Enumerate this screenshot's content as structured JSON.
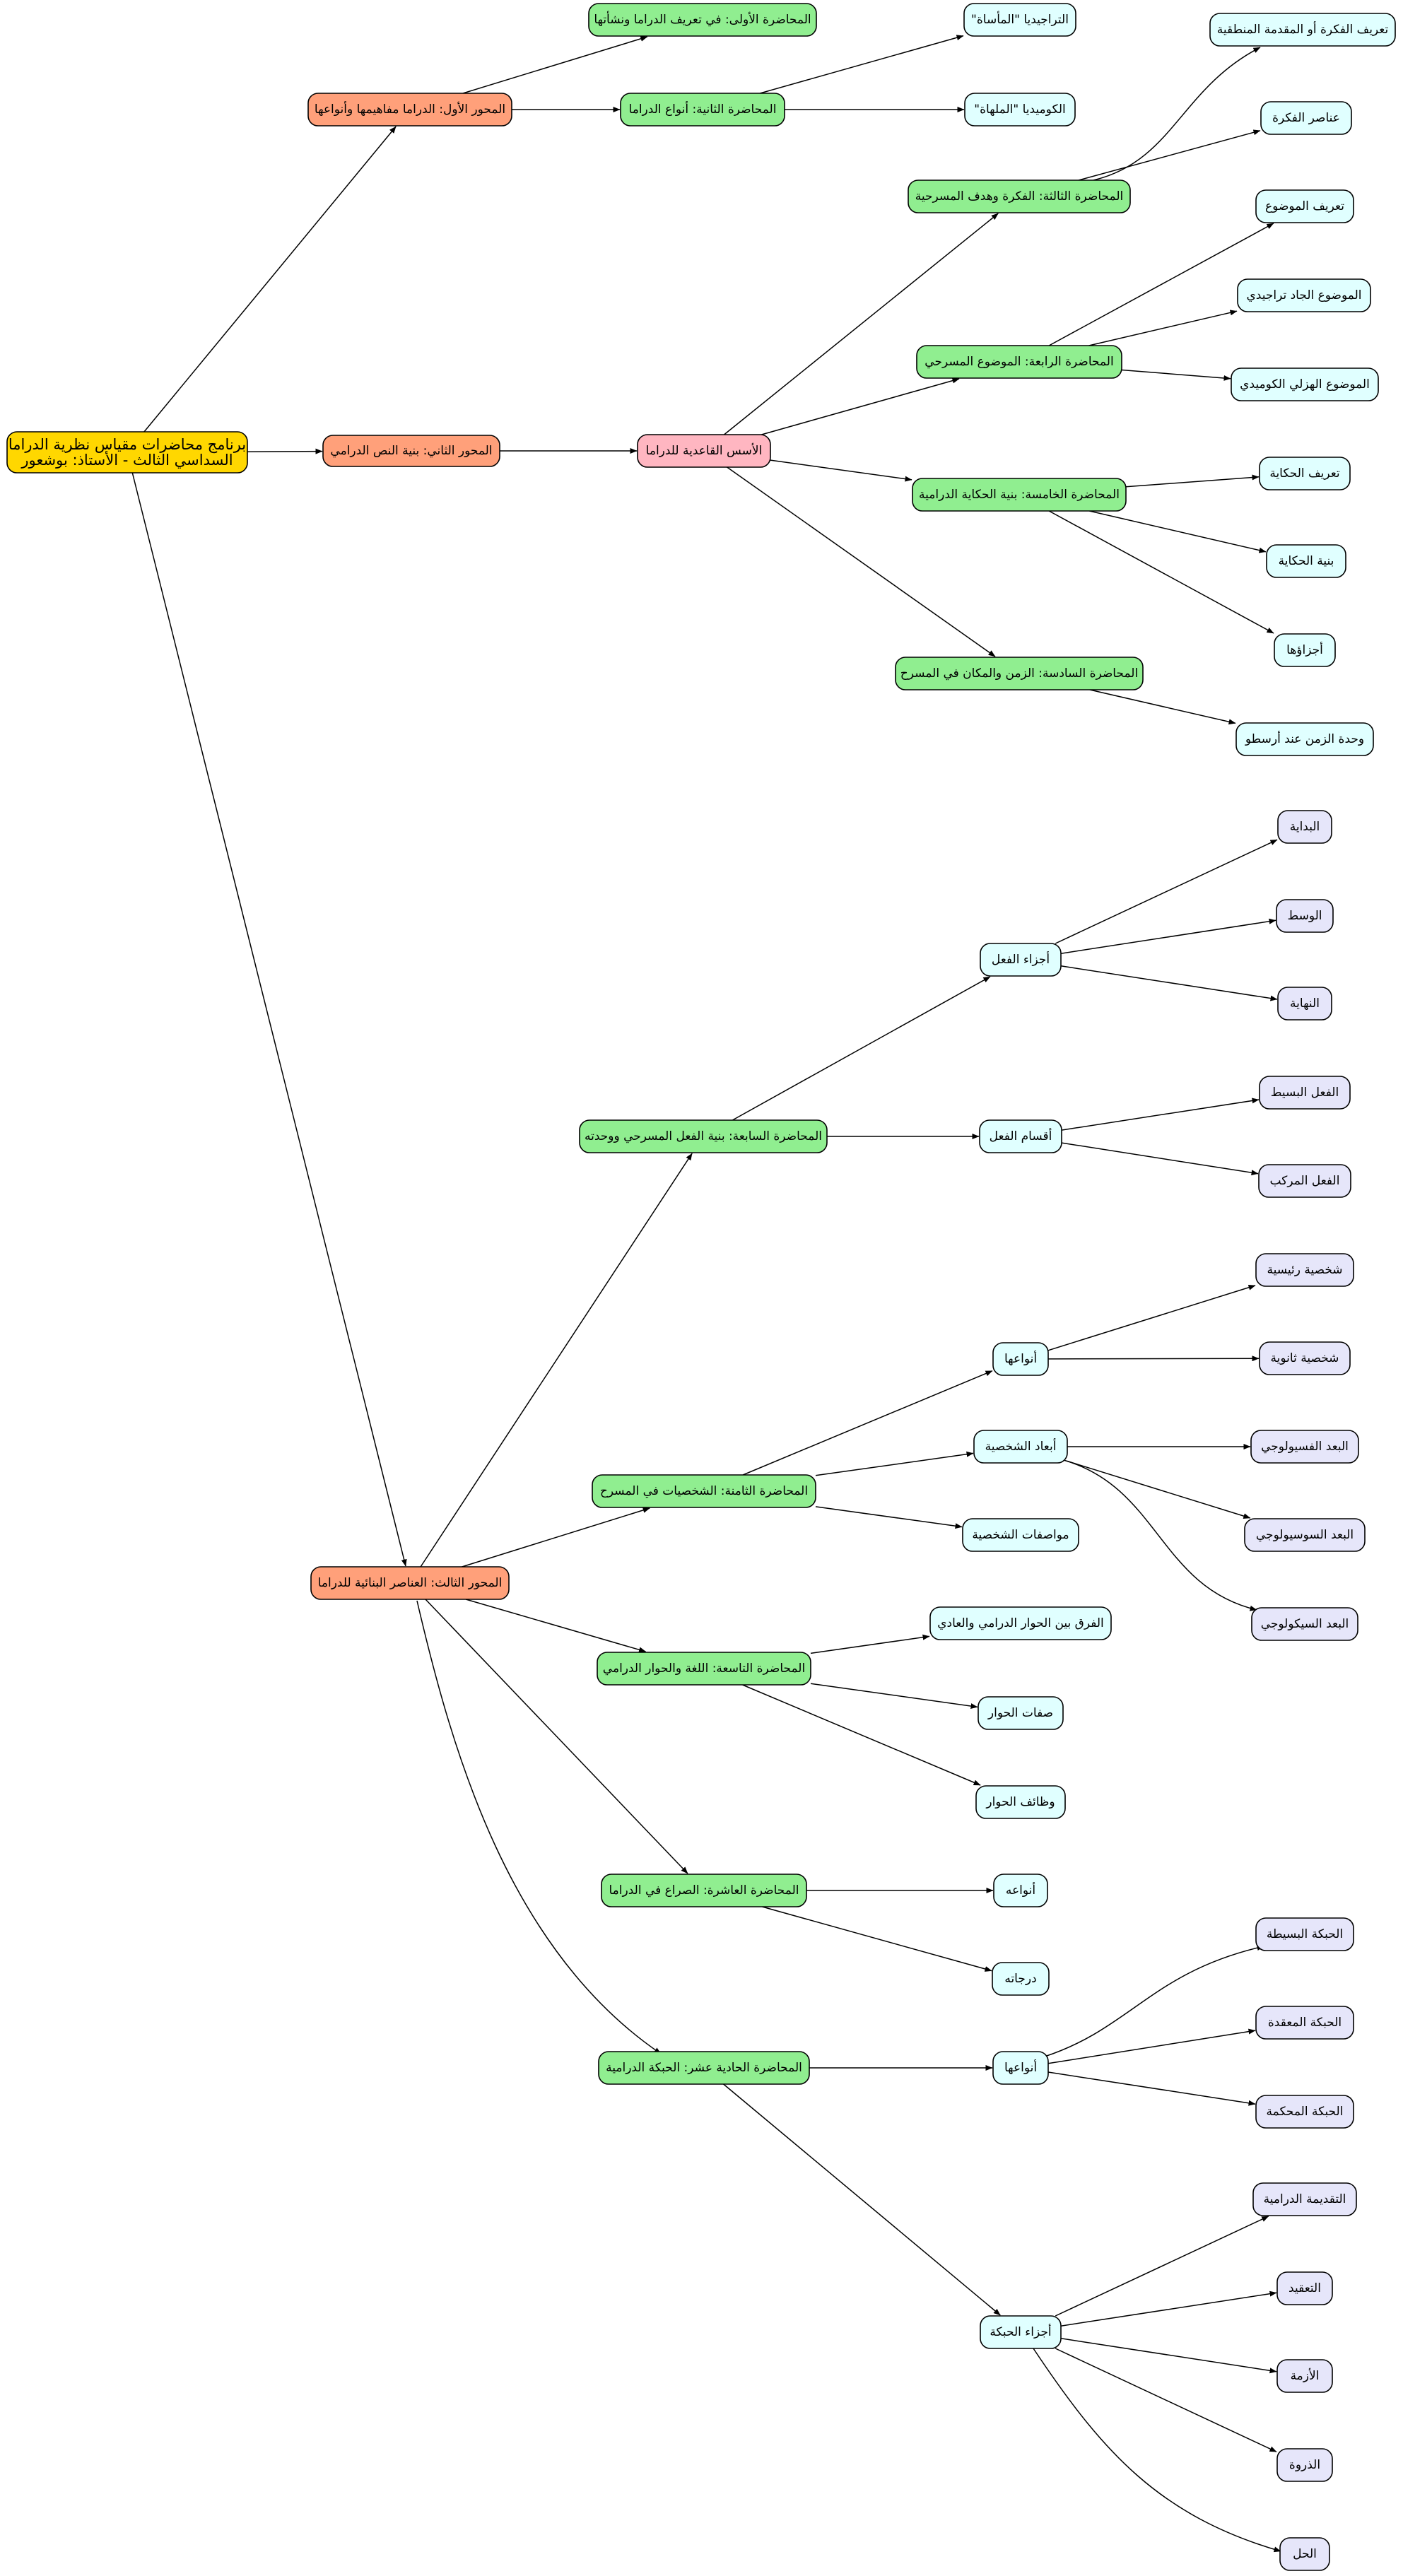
{
  "colors": {
    "root": "#FFD700",
    "axis": "#FFA07A",
    "foundation": "#FFB6C1",
    "lecture": "#90EE90",
    "topic": "#E0FFFF",
    "detail": "#E6E6FA",
    "line": "#000000"
  },
  "nodes": [
    {
      "id": "root",
      "lines": [
        "برنامج محاضرات مقياس نظرية الدراما",
        "السداسي الثالث - الأستاذ: بوشعور"
      ],
      "kind": "root"
    },
    {
      "id": "ax1",
      "lines": [
        "المحور الأول: الدراما مفاهيمها وأنواعها"
      ],
      "kind": "axis"
    },
    {
      "id": "ax2",
      "lines": [
        "المحور الثاني: بنية النص الدرامي"
      ],
      "kind": "axis"
    },
    {
      "id": "ax3",
      "lines": [
        "المحور الثالث: العناصر البنائية للدراما"
      ],
      "kind": "axis"
    },
    {
      "id": "l1",
      "lines": [
        "المحاضرة الأولى: في تعريف الدراما ونشأتها"
      ],
      "kind": "lecture"
    },
    {
      "id": "l2",
      "lines": [
        "المحاضرة الثانية: أنواع الدراما"
      ],
      "kind": "lecture"
    },
    {
      "id": "t_trag",
      "lines": [
        "التراجيديا \"المأساة\""
      ],
      "kind": "topic"
    },
    {
      "id": "t_com",
      "lines": [
        "الكوميديا \"الملهاة\""
      ],
      "kind": "topic"
    },
    {
      "id": "found",
      "lines": [
        "الأسس القاعدية للدراما"
      ],
      "kind": "foundation"
    },
    {
      "id": "l3",
      "lines": [
        "المحاضرة الثالثة: الفكرة وهدف المسرحية"
      ],
      "kind": "lecture"
    },
    {
      "id": "t_idea_def",
      "lines": [
        "تعريف الفكرة أو المقدمة المنطقية"
      ],
      "kind": "topic"
    },
    {
      "id": "t_idea_el",
      "lines": [
        "عناصر الفكرة"
      ],
      "kind": "topic"
    },
    {
      "id": "l4",
      "lines": [
        "المحاضرة الرابعة: الموضوع المسرحي"
      ],
      "kind": "lecture"
    },
    {
      "id": "t_subj_def",
      "lines": [
        "تعريف الموضوع"
      ],
      "kind": "topic"
    },
    {
      "id": "t_subj_trag",
      "lines": [
        "الموضوع الجاد تراجيدي"
      ],
      "kind": "topic"
    },
    {
      "id": "t_subj_com",
      "lines": [
        "الموضوع الهزلي الكوميدي"
      ],
      "kind": "topic"
    },
    {
      "id": "l5",
      "lines": [
        "المحاضرة الخامسة: بنية الحكاية الدرامية"
      ],
      "kind": "lecture"
    },
    {
      "id": "t_story_def",
      "lines": [
        "تعريف الحكاية"
      ],
      "kind": "topic"
    },
    {
      "id": "t_story_str",
      "lines": [
        "بنية الحكاية"
      ],
      "kind": "topic"
    },
    {
      "id": "t_story_parts",
      "lines": [
        "أجزاؤها"
      ],
      "kind": "topic"
    },
    {
      "id": "l6",
      "lines": [
        "المحاضرة السادسة: الزمن والمكان في المسرح"
      ],
      "kind": "lecture"
    },
    {
      "id": "t_unity_time",
      "lines": [
        "وحدة الزمن عند أرسطو"
      ],
      "kind": "topic"
    },
    {
      "id": "l7",
      "lines": [
        "المحاضرة السابعة: بنية الفعل المسرحي ووحدته"
      ],
      "kind": "lecture"
    },
    {
      "id": "t_act_parts",
      "lines": [
        "أجزاء الفعل"
      ],
      "kind": "topic"
    },
    {
      "id": "d_begin",
      "lines": [
        "البداية"
      ],
      "kind": "detail"
    },
    {
      "id": "d_middle",
      "lines": [
        "الوسط"
      ],
      "kind": "detail"
    },
    {
      "id": "d_end",
      "lines": [
        "النهاية"
      ],
      "kind": "detail"
    },
    {
      "id": "t_act_types",
      "lines": [
        "أقسام الفعل"
      ],
      "kind": "topic"
    },
    {
      "id": "d_simple_act",
      "lines": [
        "الفعل البسيط"
      ],
      "kind": "detail"
    },
    {
      "id": "d_complex_act",
      "lines": [
        "الفعل المركب"
      ],
      "kind": "detail"
    },
    {
      "id": "l8",
      "lines": [
        "المحاضرة الثامنة: الشخصيات في المسرح"
      ],
      "kind": "lecture"
    },
    {
      "id": "t_char_types",
      "lines": [
        "أنواعها"
      ],
      "kind": "topic"
    },
    {
      "id": "d_main_char",
      "lines": [
        "شخصية رئيسية"
      ],
      "kind": "detail"
    },
    {
      "id": "d_sec_char",
      "lines": [
        "شخصية ثانوية"
      ],
      "kind": "detail"
    },
    {
      "id": "t_char_dims",
      "lines": [
        "أبعاد الشخصية"
      ],
      "kind": "topic"
    },
    {
      "id": "d_phys",
      "lines": [
        "البعد الفسيولوجي"
      ],
      "kind": "detail"
    },
    {
      "id": "d_socio",
      "lines": [
        "البعد السوسيولوجي"
      ],
      "kind": "detail"
    },
    {
      "id": "d_psych",
      "lines": [
        "البعد السيكولوجي"
      ],
      "kind": "detail"
    },
    {
      "id": "t_char_spec",
      "lines": [
        "مواصفات الشخصية"
      ],
      "kind": "topic"
    },
    {
      "id": "l9",
      "lines": [
        "المحاضرة التاسعة: اللغة والحوار الدرامي"
      ],
      "kind": "lecture"
    },
    {
      "id": "t_dial_diff",
      "lines": [
        "الفرق بين الحوار الدرامي والعادي"
      ],
      "kind": "topic"
    },
    {
      "id": "t_dial_attr",
      "lines": [
        "صفات الحوار"
      ],
      "kind": "topic"
    },
    {
      "id": "t_dial_func",
      "lines": [
        "وظائف الحوار"
      ],
      "kind": "topic"
    },
    {
      "id": "l10",
      "lines": [
        "المحاضرة العاشرة: الصراع في الدراما"
      ],
      "kind": "lecture"
    },
    {
      "id": "t_conf_types",
      "lines": [
        "أنواعه"
      ],
      "kind": "topic"
    },
    {
      "id": "t_conf_levels",
      "lines": [
        "درجاته"
      ],
      "kind": "topic"
    },
    {
      "id": "l11",
      "lines": [
        "المحاضرة الحادية عشر: الحبكة الدرامية"
      ],
      "kind": "lecture"
    },
    {
      "id": "t_plot_types",
      "lines": [
        "أنواعها"
      ],
      "kind": "topic"
    },
    {
      "id": "d_plot_simple",
      "lines": [
        "الحبكة البسيطة"
      ],
      "kind": "detail"
    },
    {
      "id": "d_plot_complex",
      "lines": [
        "الحبكة المعقدة"
      ],
      "kind": "detail"
    },
    {
      "id": "d_plot_tight",
      "lines": [
        "الحبكة المحكمة"
      ],
      "kind": "detail"
    },
    {
      "id": "t_plot_parts",
      "lines": [
        "أجزاء الحبكة"
      ],
      "kind": "topic"
    },
    {
      "id": "d_intro",
      "lines": [
        "التقديمة الدرامية"
      ],
      "kind": "detail"
    },
    {
      "id": "d_complication",
      "lines": [
        "التعقيد"
      ],
      "kind": "detail"
    },
    {
      "id": "d_crisis",
      "lines": [
        "الأزمة"
      ],
      "kind": "detail"
    },
    {
      "id": "d_climax",
      "lines": [
        "الذروة"
      ],
      "kind": "detail"
    },
    {
      "id": "d_resolution",
      "lines": [
        "الحل"
      ],
      "kind": "detail"
    }
  ],
  "edges": [
    [
      "root",
      "ax1"
    ],
    [
      "root",
      "ax2"
    ],
    [
      "root",
      "ax3"
    ],
    [
      "ax1",
      "l1"
    ],
    [
      "ax1",
      "l2"
    ],
    [
      "l2",
      "t_trag"
    ],
    [
      "l2",
      "t_com"
    ],
    [
      "ax2",
      "found"
    ],
    [
      "found",
      "l3"
    ],
    [
      "found",
      "l4"
    ],
    [
      "found",
      "l5"
    ],
    [
      "found",
      "l6"
    ],
    [
      "l3",
      "t_idea_def"
    ],
    [
      "l3",
      "t_idea_el"
    ],
    [
      "l4",
      "t_subj_def"
    ],
    [
      "l4",
      "t_subj_trag"
    ],
    [
      "l4",
      "t_subj_com"
    ],
    [
      "l5",
      "t_story_def"
    ],
    [
      "l5",
      "t_story_str"
    ],
    [
      "l5",
      "t_story_parts"
    ],
    [
      "l6",
      "t_unity_time"
    ],
    [
      "ax3",
      "l7"
    ],
    [
      "ax3",
      "l8"
    ],
    [
      "ax3",
      "l9"
    ],
    [
      "ax3",
      "l10"
    ],
    [
      "ax3",
      "l11"
    ],
    [
      "l7",
      "t_act_parts"
    ],
    [
      "l7",
      "t_act_types"
    ],
    [
      "t_act_parts",
      "d_begin"
    ],
    [
      "t_act_parts",
      "d_middle"
    ],
    [
      "t_act_parts",
      "d_end"
    ],
    [
      "t_act_types",
      "d_simple_act"
    ],
    [
      "t_act_types",
      "d_complex_act"
    ],
    [
      "l8",
      "t_char_types"
    ],
    [
      "l8",
      "t_char_dims"
    ],
    [
      "l8",
      "t_char_spec"
    ],
    [
      "t_char_types",
      "d_main_char"
    ],
    [
      "t_char_types",
      "d_sec_char"
    ],
    [
      "t_char_dims",
      "d_phys"
    ],
    [
      "t_char_dims",
      "d_socio"
    ],
    [
      "t_char_dims",
      "d_psych"
    ],
    [
      "l9",
      "t_dial_diff"
    ],
    [
      "l9",
      "t_dial_attr"
    ],
    [
      "l9",
      "t_dial_func"
    ],
    [
      "l10",
      "t_conf_types"
    ],
    [
      "l10",
      "t_conf_levels"
    ],
    [
      "l11",
      "t_plot_types"
    ],
    [
      "l11",
      "t_plot_parts"
    ],
    [
      "t_plot_types",
      "d_plot_simple"
    ],
    [
      "t_plot_types",
      "d_plot_complex"
    ],
    [
      "t_plot_types",
      "d_plot_tight"
    ],
    [
      "t_plot_parts",
      "d_intro"
    ],
    [
      "t_plot_parts",
      "d_complication"
    ],
    [
      "t_plot_parts",
      "d_crisis"
    ],
    [
      "t_plot_parts",
      "d_climax"
    ],
    [
      "t_plot_parts",
      "d_resolution"
    ]
  ]
}
